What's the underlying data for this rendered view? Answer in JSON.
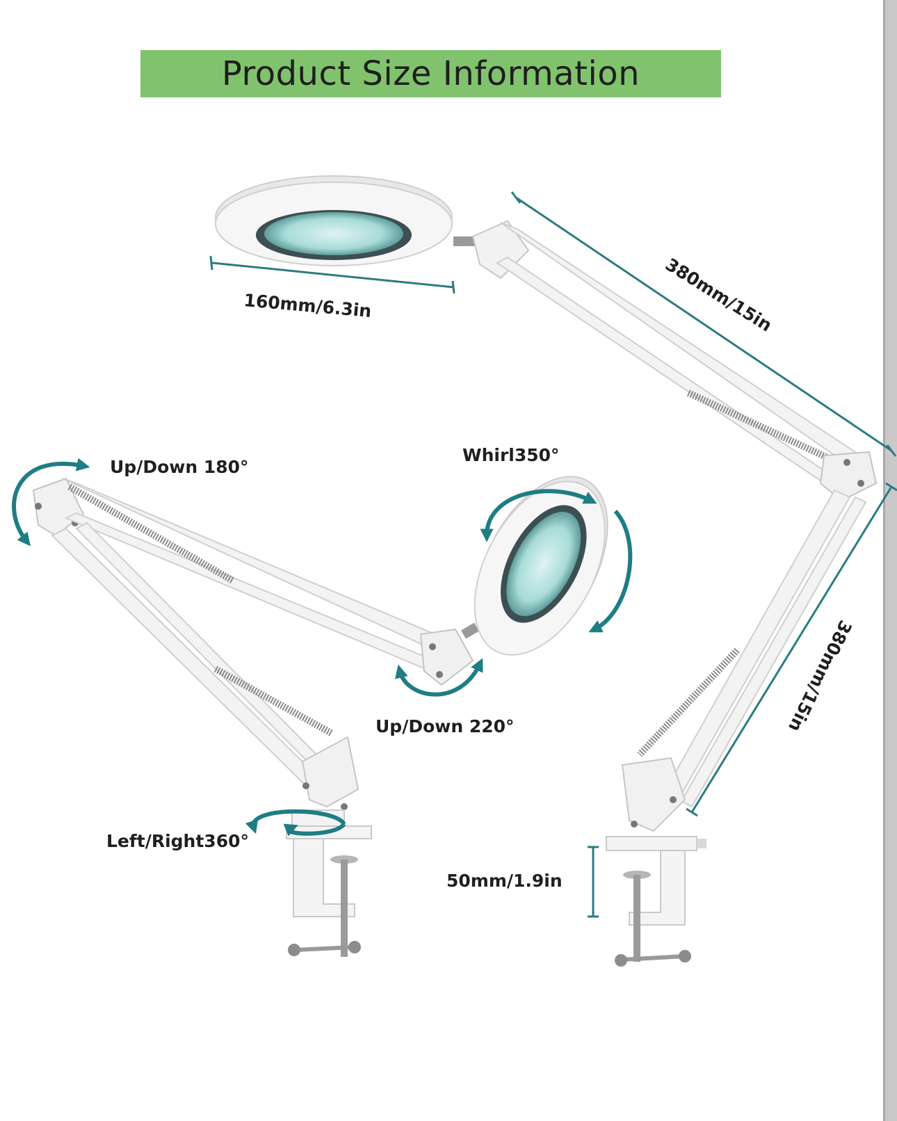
{
  "title": "Product Size Information",
  "dimensions": {
    "lens_diameter": "160mm/6.3in",
    "upper_arm_length": "380mm/15in",
    "lower_arm_length": "380mm/15in",
    "clamp_opening": "50mm/1.9in"
  },
  "rotations": {
    "base_arm": "Up/Down 180°",
    "head_whirl": "Whirl350°",
    "head_tilt": "Up/Down 220°",
    "base_swivel": "Left/Right360°"
  },
  "colors": {
    "banner": "#80c36c",
    "dimension_line": "#2b7b80",
    "arrow": "#1f7d84",
    "lamp_body": "#f4f4f4",
    "lens": "#a8dcd8"
  }
}
